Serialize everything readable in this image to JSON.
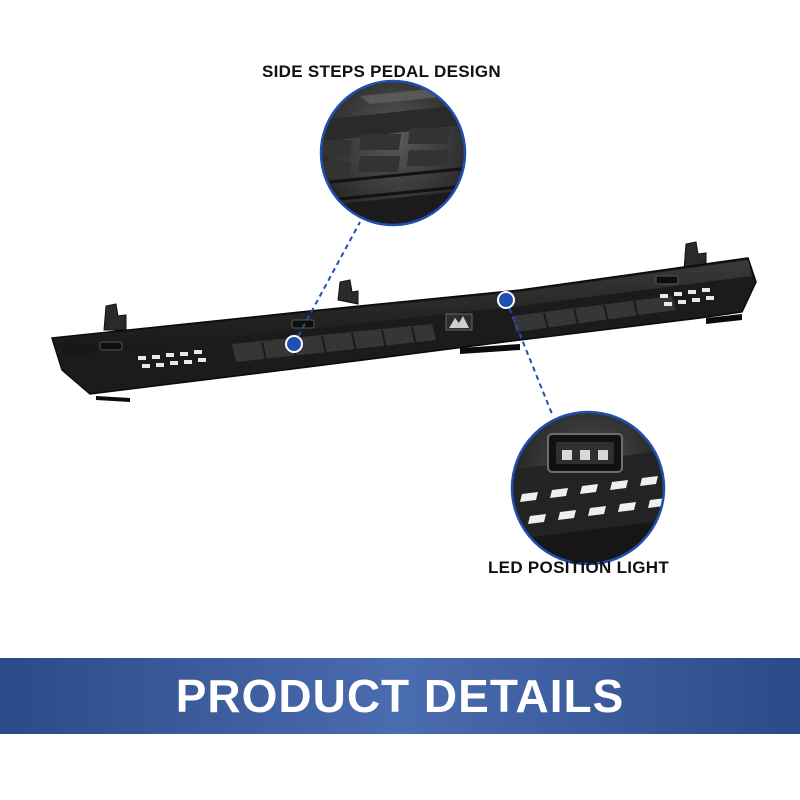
{
  "callouts": {
    "pedal": {
      "label": "SIDE STEPS PEDAL DESIGN"
    },
    "led": {
      "label": "LED POSITION LIGHT"
    }
  },
  "banner": {
    "title": "PRODUCT DETAILS"
  },
  "colors": {
    "banner": "#3a5a9e",
    "marker": "#1f4fb0",
    "product": "#1c1c1c"
  },
  "icons": {
    "brand_logo": "mountain-logo-icon",
    "marker": "callout-dot-icon"
  }
}
